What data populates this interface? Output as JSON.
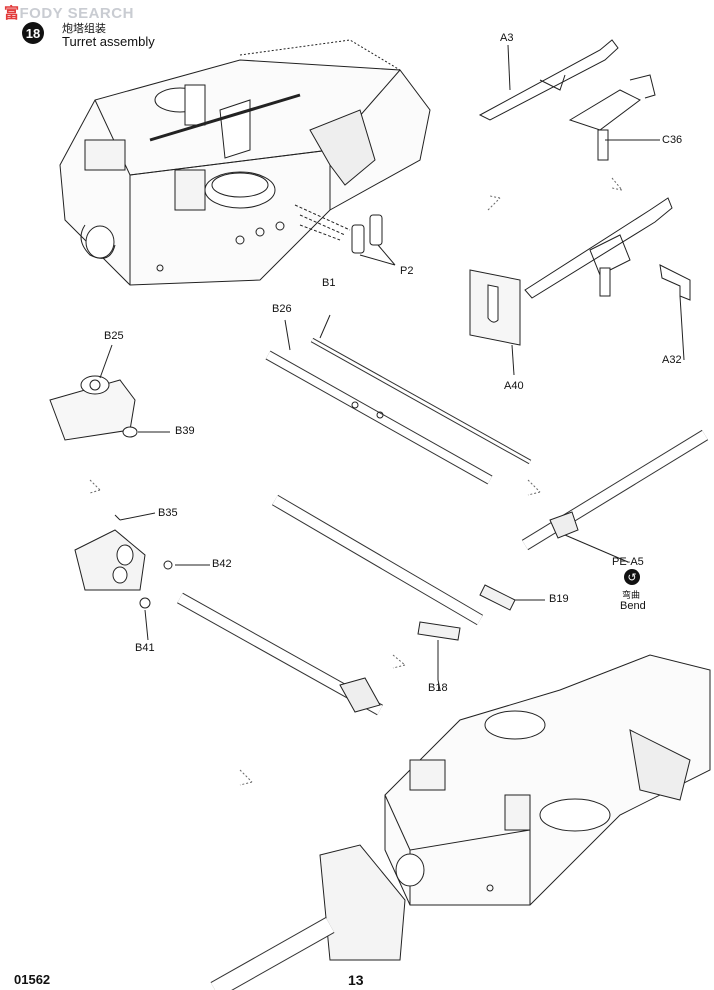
{
  "watermark": {
    "prefix": "富",
    "suffix": "FODY SEARCH"
  },
  "step": {
    "number": "18",
    "title_cn": "炮塔组装",
    "title_en": "Turret assembly"
  },
  "parts": {
    "a3": "A3",
    "c36": "C36",
    "p2": "P2",
    "a40": "A40",
    "a32": "A32",
    "b1": "B1",
    "b26": "B26",
    "b25": "B25",
    "b39": "B39",
    "b35": "B35",
    "b42": "B42",
    "b41": "B41",
    "b19": "B19",
    "b18": "B18",
    "pe_a5": "PE-A5"
  },
  "bend": {
    "cn": "弯曲",
    "en": "Bend",
    "icon": "bend-icon"
  },
  "footer": {
    "code": "01562",
    "page": "13"
  }
}
